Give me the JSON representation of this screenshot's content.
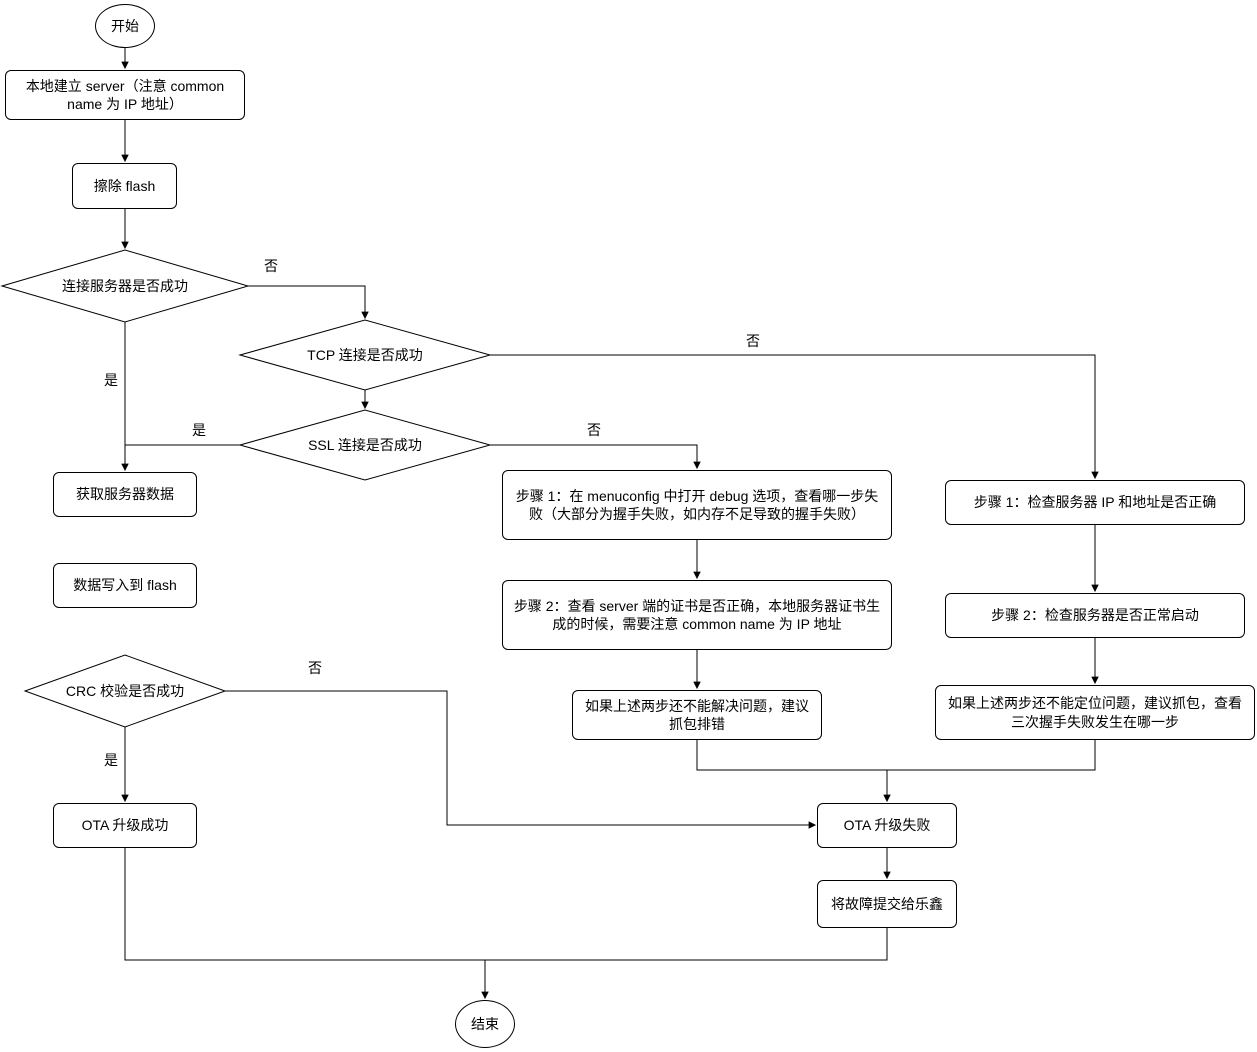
{
  "nodes": {
    "start": "开始",
    "local_server": "本地建立 server（注意 common name 为 IP 地址）",
    "erase_flash": "擦除 flash",
    "connect_server": "连接服务器是否成功",
    "tcp_connect": "TCP 连接是否成功",
    "ssl_connect": "SSL 连接是否成功",
    "get_server_data": "获取服务器数据",
    "write_flash": "数据写入到 flash",
    "crc_check": "CRC 校验是否成功",
    "ota_success": "OTA 升级成功",
    "ssl_step1": "步骤 1：在 menuconfig 中打开 debug 选项，查看哪一步失败（大部分为握手失败，如内存不足导致的握手失败）",
    "ssl_step2": "步骤 2：查看 server 端的证书是否正确，本地服务器证书生成的时候，需要注意 common name 为 IP 地址",
    "ssl_capture": "如果上述两步还不能解决问题，建议抓包排错",
    "tcp_step1": "步骤 1：检查服务器 IP 和地址是否正确",
    "tcp_step2": "步骤 2：检查服务器是否正常启动",
    "tcp_capture": "如果上述两步还不能定位问题，建议抓包，查看三次握手失败发生在哪一步",
    "ota_fail": "OTA 升级失败",
    "submit_espressif": "将故障提交给乐鑫",
    "end": "结束"
  },
  "edge_labels": {
    "yes": "是",
    "no": "否"
  }
}
